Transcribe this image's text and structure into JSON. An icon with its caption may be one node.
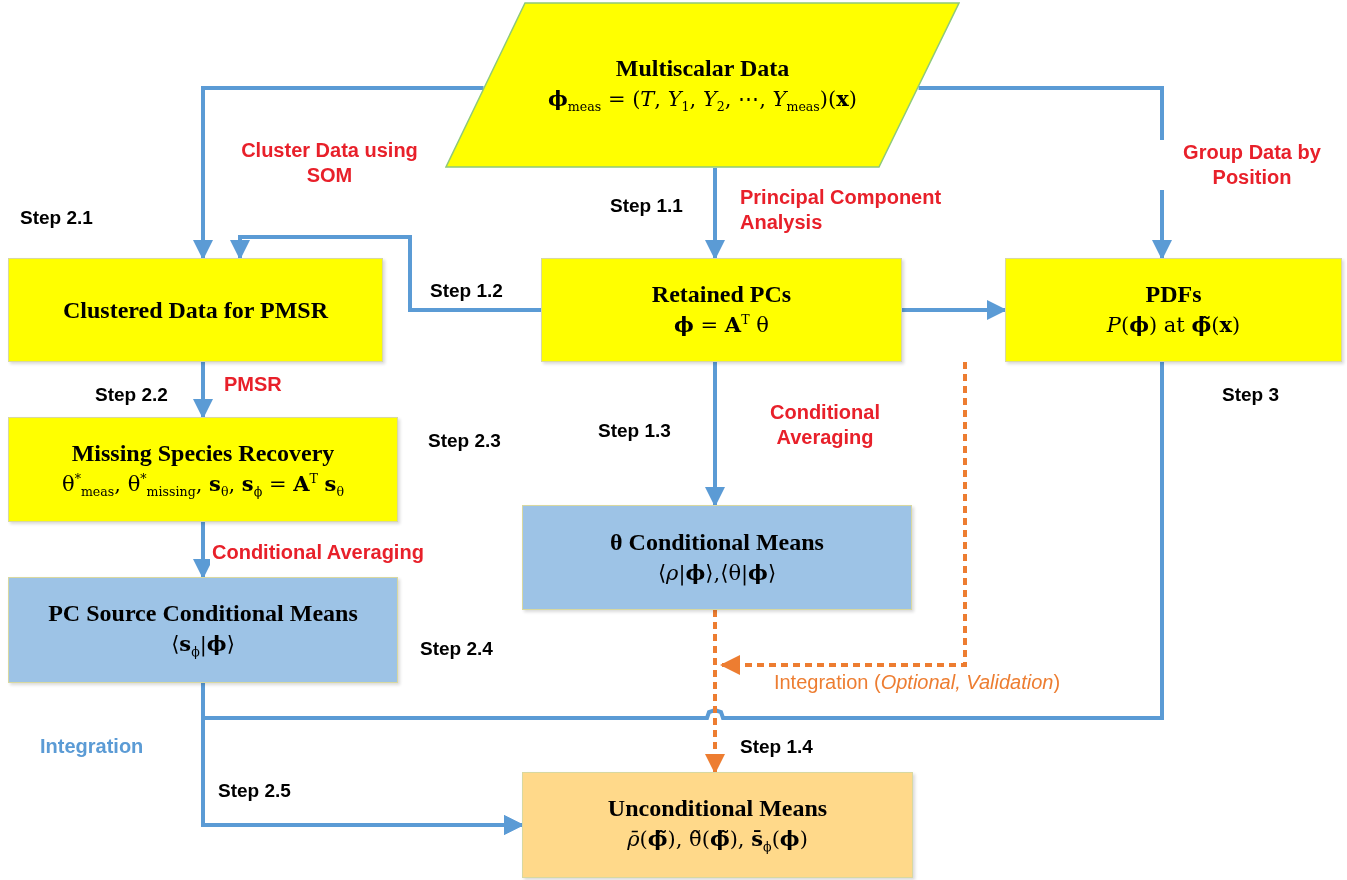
{
  "diagram": {
    "nodes": [
      {
        "text": [
          "Multiscalar Data",
          "**ϕ**$_{meas}$ = (*T*, *Y*$_{1}$, *Y*$_{2}$, ⋯, *Y*$_{meas}$)(**x**)"
        ]
      },
      {
        "text": [
          "Clustered Data for PMSR"
        ]
      },
      {
        "text": [
          "Retained PCs",
          "**ϕ** = **A**$^{T}$ θ"
        ]
      },
      {
        "text": [
          "PDFs",
          "*P*(**ϕ**) at **ϕ̃**(**x**)"
        ]
      },
      {
        "text": [
          "Missing Species Recovery",
          "θ$^{*}$$_{meas}$, θ$^{*}$$_{missing}$, **s**$_{θ}$, **s**$_{ϕ}$ = **A**$^{T}$ **s**$_{θ}$"
        ]
      },
      {
        "text": [
          "θ Conditional Means",
          "⟨*ρ*|**ϕ**⟩,⟨θ|**ϕ**⟩"
        ]
      },
      {
        "text": [
          "PC Source Conditional Means",
          "⟨**s**$_{ϕ}$|**ϕ**⟩"
        ]
      },
      {
        "text": [
          "Unconditional Means",
          "*ρ̄*(**ϕ̃**), θ̃(**ϕ̃**), **s̄**$_{ϕ}$(**ϕ**)"
        ]
      }
    ],
    "edges": [
      {
        "from": 0,
        "to": 1,
        "arrow": "to",
        "label": "Cluster Data using SOM"
      },
      {
        "from": 0,
        "to": 2,
        "arrow": "to",
        "label": "Principal Component Analysis"
      },
      {
        "from": 0,
        "to": 3,
        "arrow": "to",
        "label": "Group Data by Position"
      },
      {
        "from": 2,
        "to": 1,
        "arrow": "to"
      },
      {
        "from": 2,
        "to": 3,
        "arrow": "to"
      },
      {
        "from": 1,
        "to": 4,
        "arrow": "to",
        "label": "PMSR"
      },
      {
        "from": 2,
        "to": 5,
        "arrow": "to",
        "label": "Conditional Averaging"
      },
      {
        "from": 4,
        "to": 6,
        "arrow": "to",
        "label": "Conditional Averaging"
      },
      {
        "from": 6,
        "to": 7,
        "arrow": "to",
        "label": "Integration"
      },
      {
        "from": 3,
        "to": 7,
        "arrow": "to"
      },
      {
        "from": 5,
        "to": 7,
        "arrow": "to",
        "style": "dashed",
        "color": "#ed7d31"
      },
      {
        "from": 3,
        "to": null,
        "arrow": "to",
        "style": "dashed",
        "color": "#ed7d31",
        "label": "Integration (*Optional, Validation*)"
      }
    ],
    "labels": [
      "Step 1.1",
      "Step 2.1",
      "Step 1.2",
      "Step 2.2",
      "Step 3",
      "Step 1.3",
      "Step 2.3",
      "Step 2.4",
      "Step 1.4",
      "Step 2.5"
    ]
  }
}
